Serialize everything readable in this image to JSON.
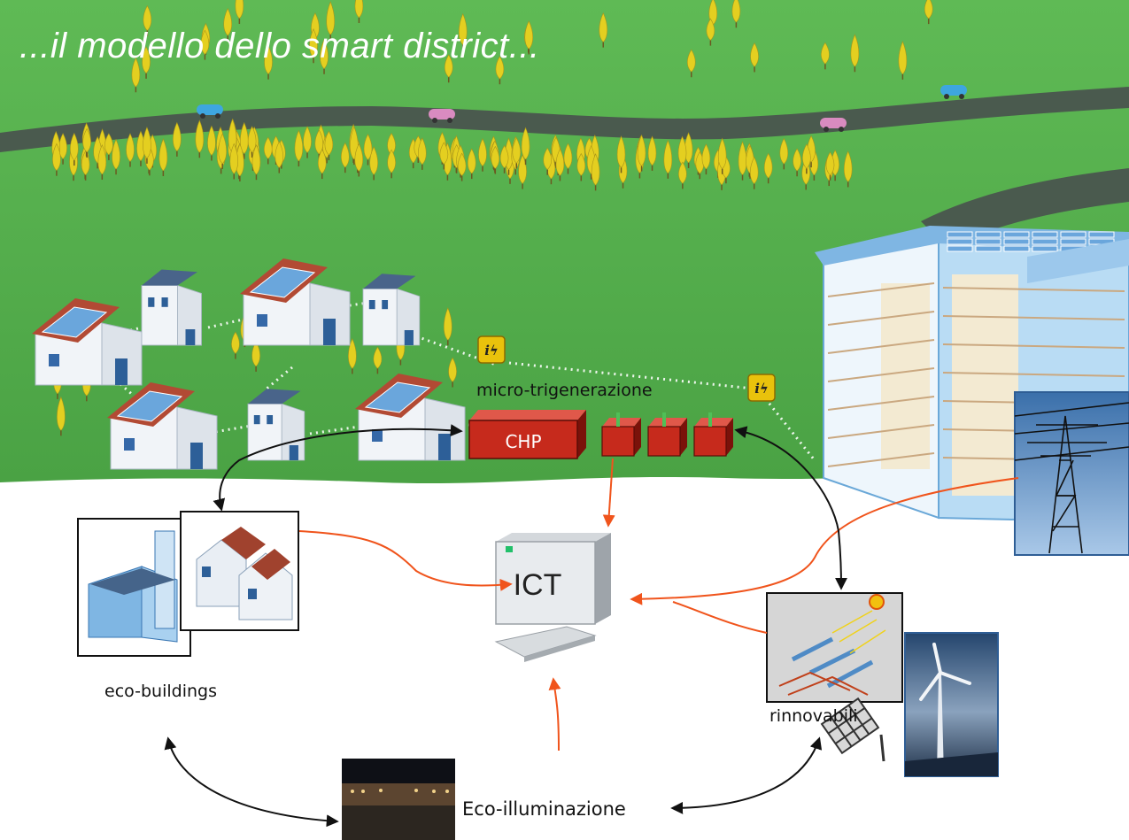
{
  "title": "...il modello dello smart district...",
  "labels": {
    "micro_trigenerazione": "micro-trigenerazione",
    "chp": "CHP",
    "ict": "ICT",
    "eco_buildings": "eco-buildings",
    "rinnovabili": "rinnovabili",
    "eco_illuminazione": "Eco-illuminazione",
    "charging_symbol": "iϟ"
  },
  "colors": {
    "grass": "#57b04a",
    "road": "#4a5a4e",
    "chp_red": "#c62a1c",
    "data_link": "#f0541c",
    "control_link": "#111111",
    "sky_blue": "#3f74b0"
  }
}
